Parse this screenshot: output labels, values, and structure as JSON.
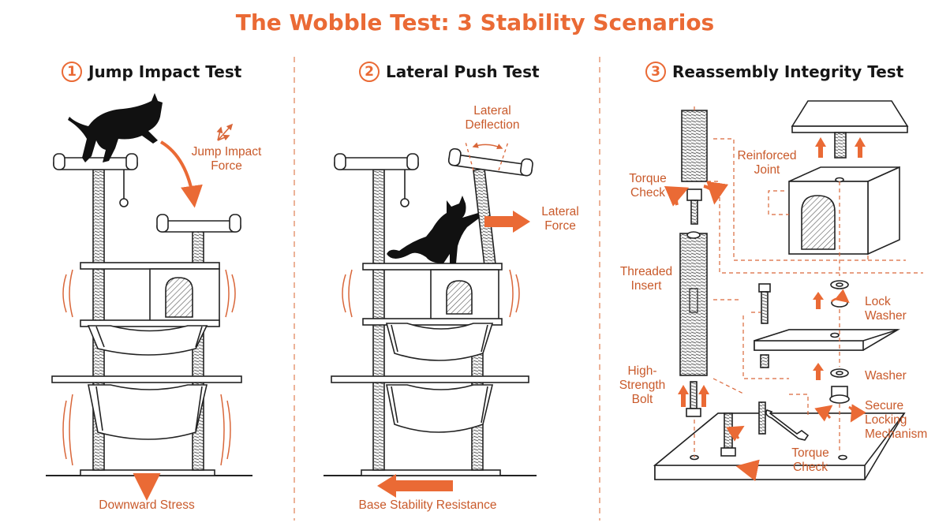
{
  "title": "The Wobble Test: 3 Stability Scenarios",
  "panels": [
    {
      "number": "1",
      "title": "Jump Impact Test",
      "labels": {
        "jump_force": "Jump Impact\nForce",
        "downward": "Downward Stress"
      }
    },
    {
      "number": "2",
      "title": "Lateral Push Test",
      "labels": {
        "deflection": "Lateral\nDeflection",
        "lateral_force": "Lateral\nForce",
        "base_resistance": "Base Stability Resistance"
      }
    },
    {
      "number": "3",
      "title": "Reassembly Integrity Test",
      "labels": {
        "torque_check_top": "Torque\nCheck",
        "reinforced_joint": "Reinforced\nJoint",
        "threaded_insert": "Threaded\nInsert",
        "lock_washer": "Lock\nWasher",
        "washer": "Washer",
        "high_strength_bolt": "High-\nStrength\nBolt",
        "secure_locking": "Secure\nLocking\nMechanism",
        "torque_check_bottom": "Torque\nCheck"
      }
    }
  ],
  "colors": {
    "accent": "#ea6a35",
    "ink": "#161616",
    "divider": "#e8a07e"
  }
}
